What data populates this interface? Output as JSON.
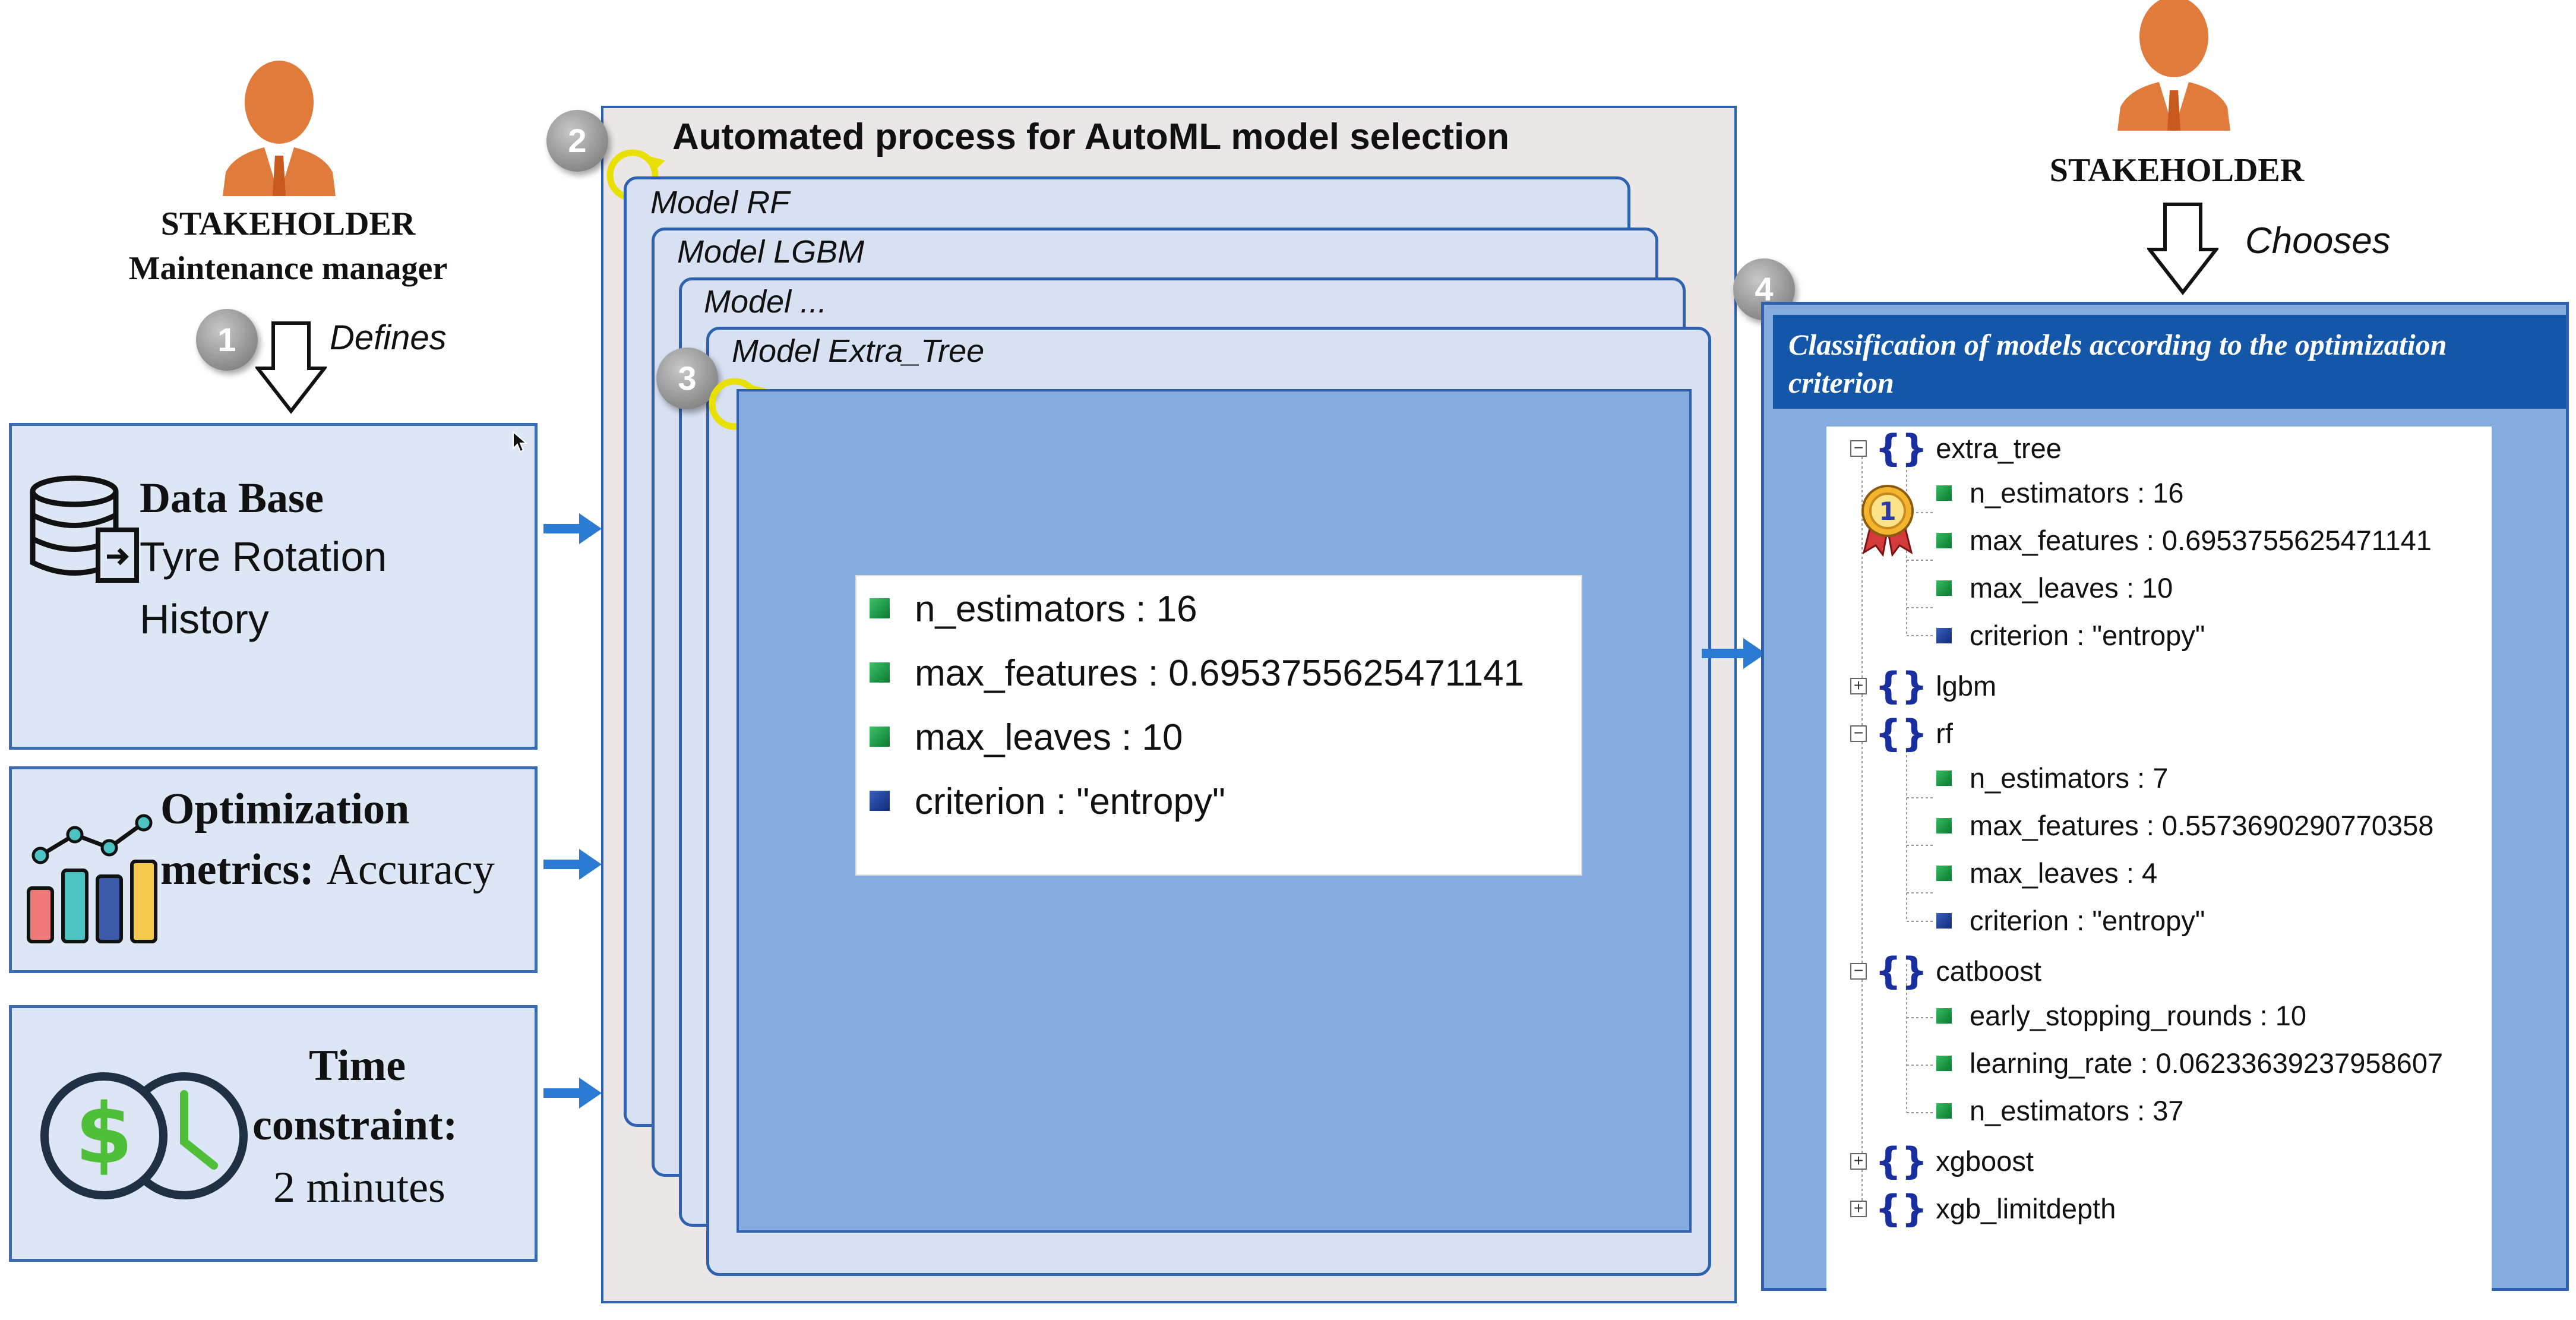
{
  "stakeholder_left": {
    "title": "STAKEHOLDER",
    "subtitle": "Maintenance manager"
  },
  "stakeholder_right": {
    "title": "STAKEHOLDER",
    "action": "Chooses"
  },
  "step1": {
    "number": "1",
    "action": "Defines"
  },
  "step2": {
    "number": "2"
  },
  "step3": {
    "number": "3"
  },
  "step4": {
    "number": "4"
  },
  "inputs": {
    "database": {
      "title": "Data Base",
      "line1": "Tyre Rotation",
      "line2": "History"
    },
    "metrics": {
      "title1": "Optimization",
      "title2": "metrics:",
      "value": "Accuracy"
    },
    "time": {
      "title1": "Time",
      "title2": "constraint:",
      "value": "2 minutes"
    }
  },
  "process": {
    "title": "Automated process for AutoML model selection",
    "models": [
      "Model RF",
      "Model LGBM",
      "Model ...",
      "Model Extra_Tree"
    ],
    "params": [
      {
        "text": "n_estimators : 16",
        "kind": "green"
      },
      {
        "text": "max_features : 0.6953755625471141",
        "kind": "green"
      },
      {
        "text": "max_leaves : 10",
        "kind": "green"
      },
      {
        "text": "criterion : \"entropy\"",
        "kind": "blue"
      }
    ]
  },
  "result": {
    "header": "Classification of models according to the optimization criterion",
    "badge_rank": "1",
    "tree": [
      {
        "name": "extra_tree",
        "expanded": true,
        "children": [
          {
            "text": "n_estimators : 16",
            "kind": "green"
          },
          {
            "text": "max_features : 0.6953755625471141",
            "kind": "green"
          },
          {
            "text": "max_leaves : 10",
            "kind": "green"
          },
          {
            "text": "criterion : \"entropy\"",
            "kind": "blue"
          }
        ]
      },
      {
        "name": "lgbm",
        "expanded": false,
        "children": []
      },
      {
        "name": "rf",
        "expanded": true,
        "children": [
          {
            "text": "n_estimators : 7",
            "kind": "green"
          },
          {
            "text": "max_features : 0.5573690290770358",
            "kind": "green"
          },
          {
            "text": "max_leaves : 4",
            "kind": "green"
          },
          {
            "text": "criterion : \"entropy\"",
            "kind": "blue"
          }
        ]
      },
      {
        "name": "catboost",
        "expanded": true,
        "children": [
          {
            "text": "early_stopping_rounds : 10",
            "kind": "green"
          },
          {
            "text": "learning_rate : 0.06233639237958607",
            "kind": "green"
          },
          {
            "text": "n_estimators : 37",
            "kind": "green"
          }
        ]
      },
      {
        "name": "xgboost",
        "expanded": false,
        "children": []
      },
      {
        "name": "xgb_limitdepth",
        "expanded": false,
        "children": []
      }
    ]
  },
  "colors": {
    "panel_fill": "#dce6f4",
    "panel_border": "#3b6bb3",
    "inner_blue": "#85abdf",
    "header_blue": "#1457a8",
    "arrow_blue": "#2a7bd1",
    "person_orange": "#e07b3c"
  }
}
